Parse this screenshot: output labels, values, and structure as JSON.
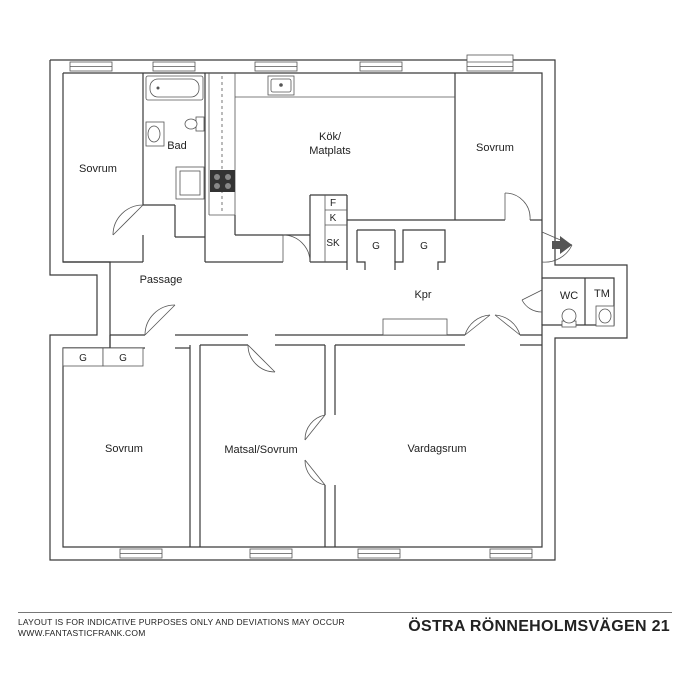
{
  "rooms": {
    "sovrum_nw": "Sovrum",
    "bad": "Bad",
    "kok": "Kök/",
    "kok_line2": "Matplats",
    "sovrum_ne": "Sovrum",
    "passage": "Passage",
    "kpr": "Kpr",
    "wc": "WC",
    "tm": "TM",
    "sovrum_sw": "Sovrum",
    "matsal": "Matsal/Sovrum",
    "vardagsrum": "Vardagsrum"
  },
  "fixtures": {
    "f": "F",
    "k": "K",
    "sk": "SK",
    "g1": "G",
    "g2": "G",
    "g3": "G",
    "g4": "G"
  },
  "footer": {
    "disclaimer_line1": "LAYOUT IS FOR INDICATIVE PURPOSES ONLY AND DEVIATIONS MAY OCCUR",
    "disclaimer_line2": "WWW.FANTASTICFRANK.COM",
    "address": "ÖSTRA RÖNNEHOLMSVÄGEN 21"
  }
}
